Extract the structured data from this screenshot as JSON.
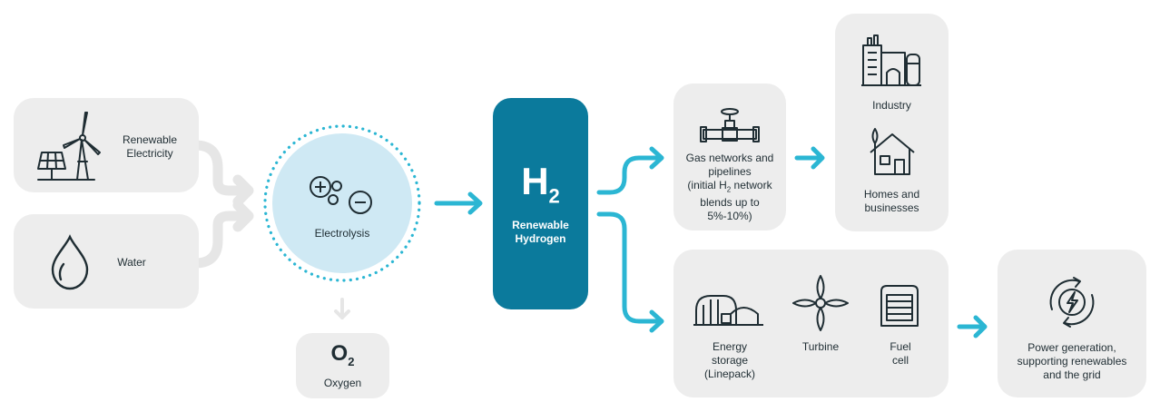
{
  "inputs": {
    "renewable_electricity": [
      "Renewable",
      "Electricity"
    ],
    "water": "Water"
  },
  "electrolysis": {
    "label": "Electrolysis"
  },
  "oxygen": {
    "symbol": "O",
    "subscript": "2",
    "label": "Oxygen"
  },
  "hydrogen": {
    "symbol": "H",
    "subscript": "2",
    "label": [
      "Renewable",
      "Hydrogen"
    ]
  },
  "gas_networks": {
    "lines": [
      "Gas networks and",
      "pipelines"
    ],
    "paren_pre": "(initial H",
    "paren_sub": "2",
    "paren_post": " network",
    "lines2": [
      "blends up to",
      "5%-10%)"
    ]
  },
  "end_uses": {
    "industry": "Industry",
    "homes": [
      "Homes and",
      "businesses"
    ]
  },
  "storage_group": {
    "energy_storage": [
      "Energy",
      "storage",
      "(Linepack)"
    ],
    "turbine": "Turbine",
    "fuel_cell": [
      "Fuel",
      "cell"
    ]
  },
  "power_generation": [
    "Power generation,",
    "supporting renewables",
    "and the grid"
  ],
  "colors": {
    "accent": "#2bb6d3",
    "hydrogen_fill": "#0b7a9c",
    "box_fill": "#ededed",
    "electrolysis_fill": "#cfe9f4",
    "connector": "#e6e6e6",
    "icon": "#1f2d33"
  }
}
